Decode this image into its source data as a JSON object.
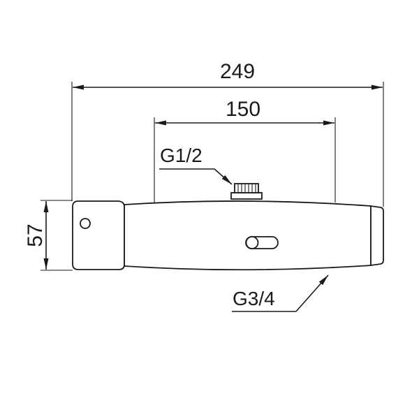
{
  "dimensions": {
    "overall_length": "249",
    "connection_spacing": "150",
    "height": "57"
  },
  "callouts": {
    "top_connection": "G1/2",
    "side_connection": "G3/4"
  }
}
